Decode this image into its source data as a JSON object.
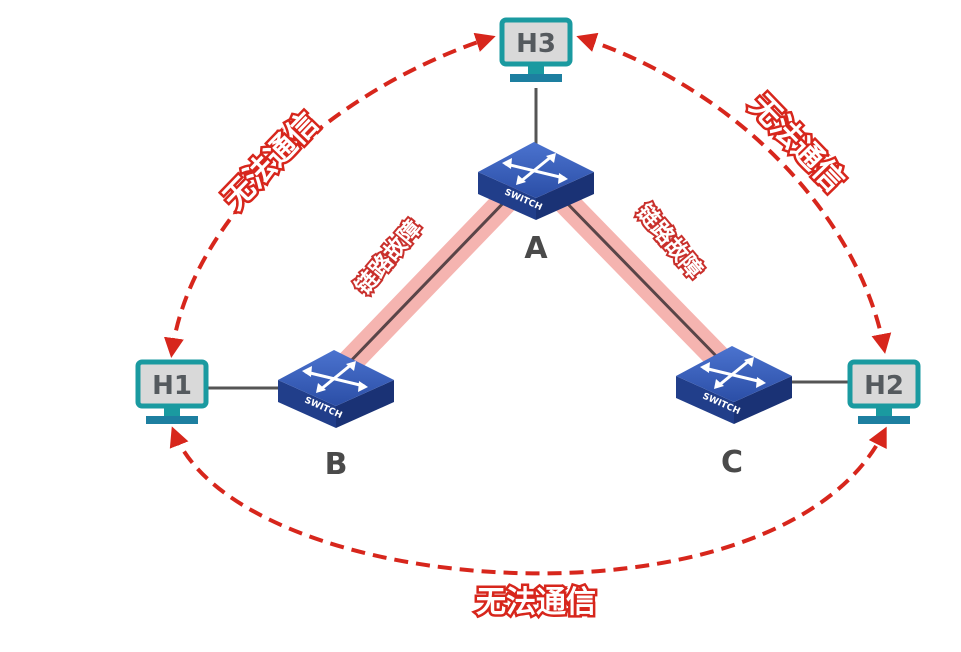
{
  "hosts": {
    "h1": "H1",
    "h2": "H2",
    "h3": "H3"
  },
  "switches": {
    "a": "A",
    "b": "B",
    "c": "C",
    "brand": "SWITCH"
  },
  "links": {
    "failure_label": "链路故障"
  },
  "communication": {
    "no_comm_label": "无法通信"
  },
  "colors": {
    "arrow": "#d7261c",
    "host_frame": "#1a9aa0",
    "host_screen": "#d9d9d9",
    "switch_body": "#2e4fa8",
    "link_glow": "#f4a7a3"
  }
}
